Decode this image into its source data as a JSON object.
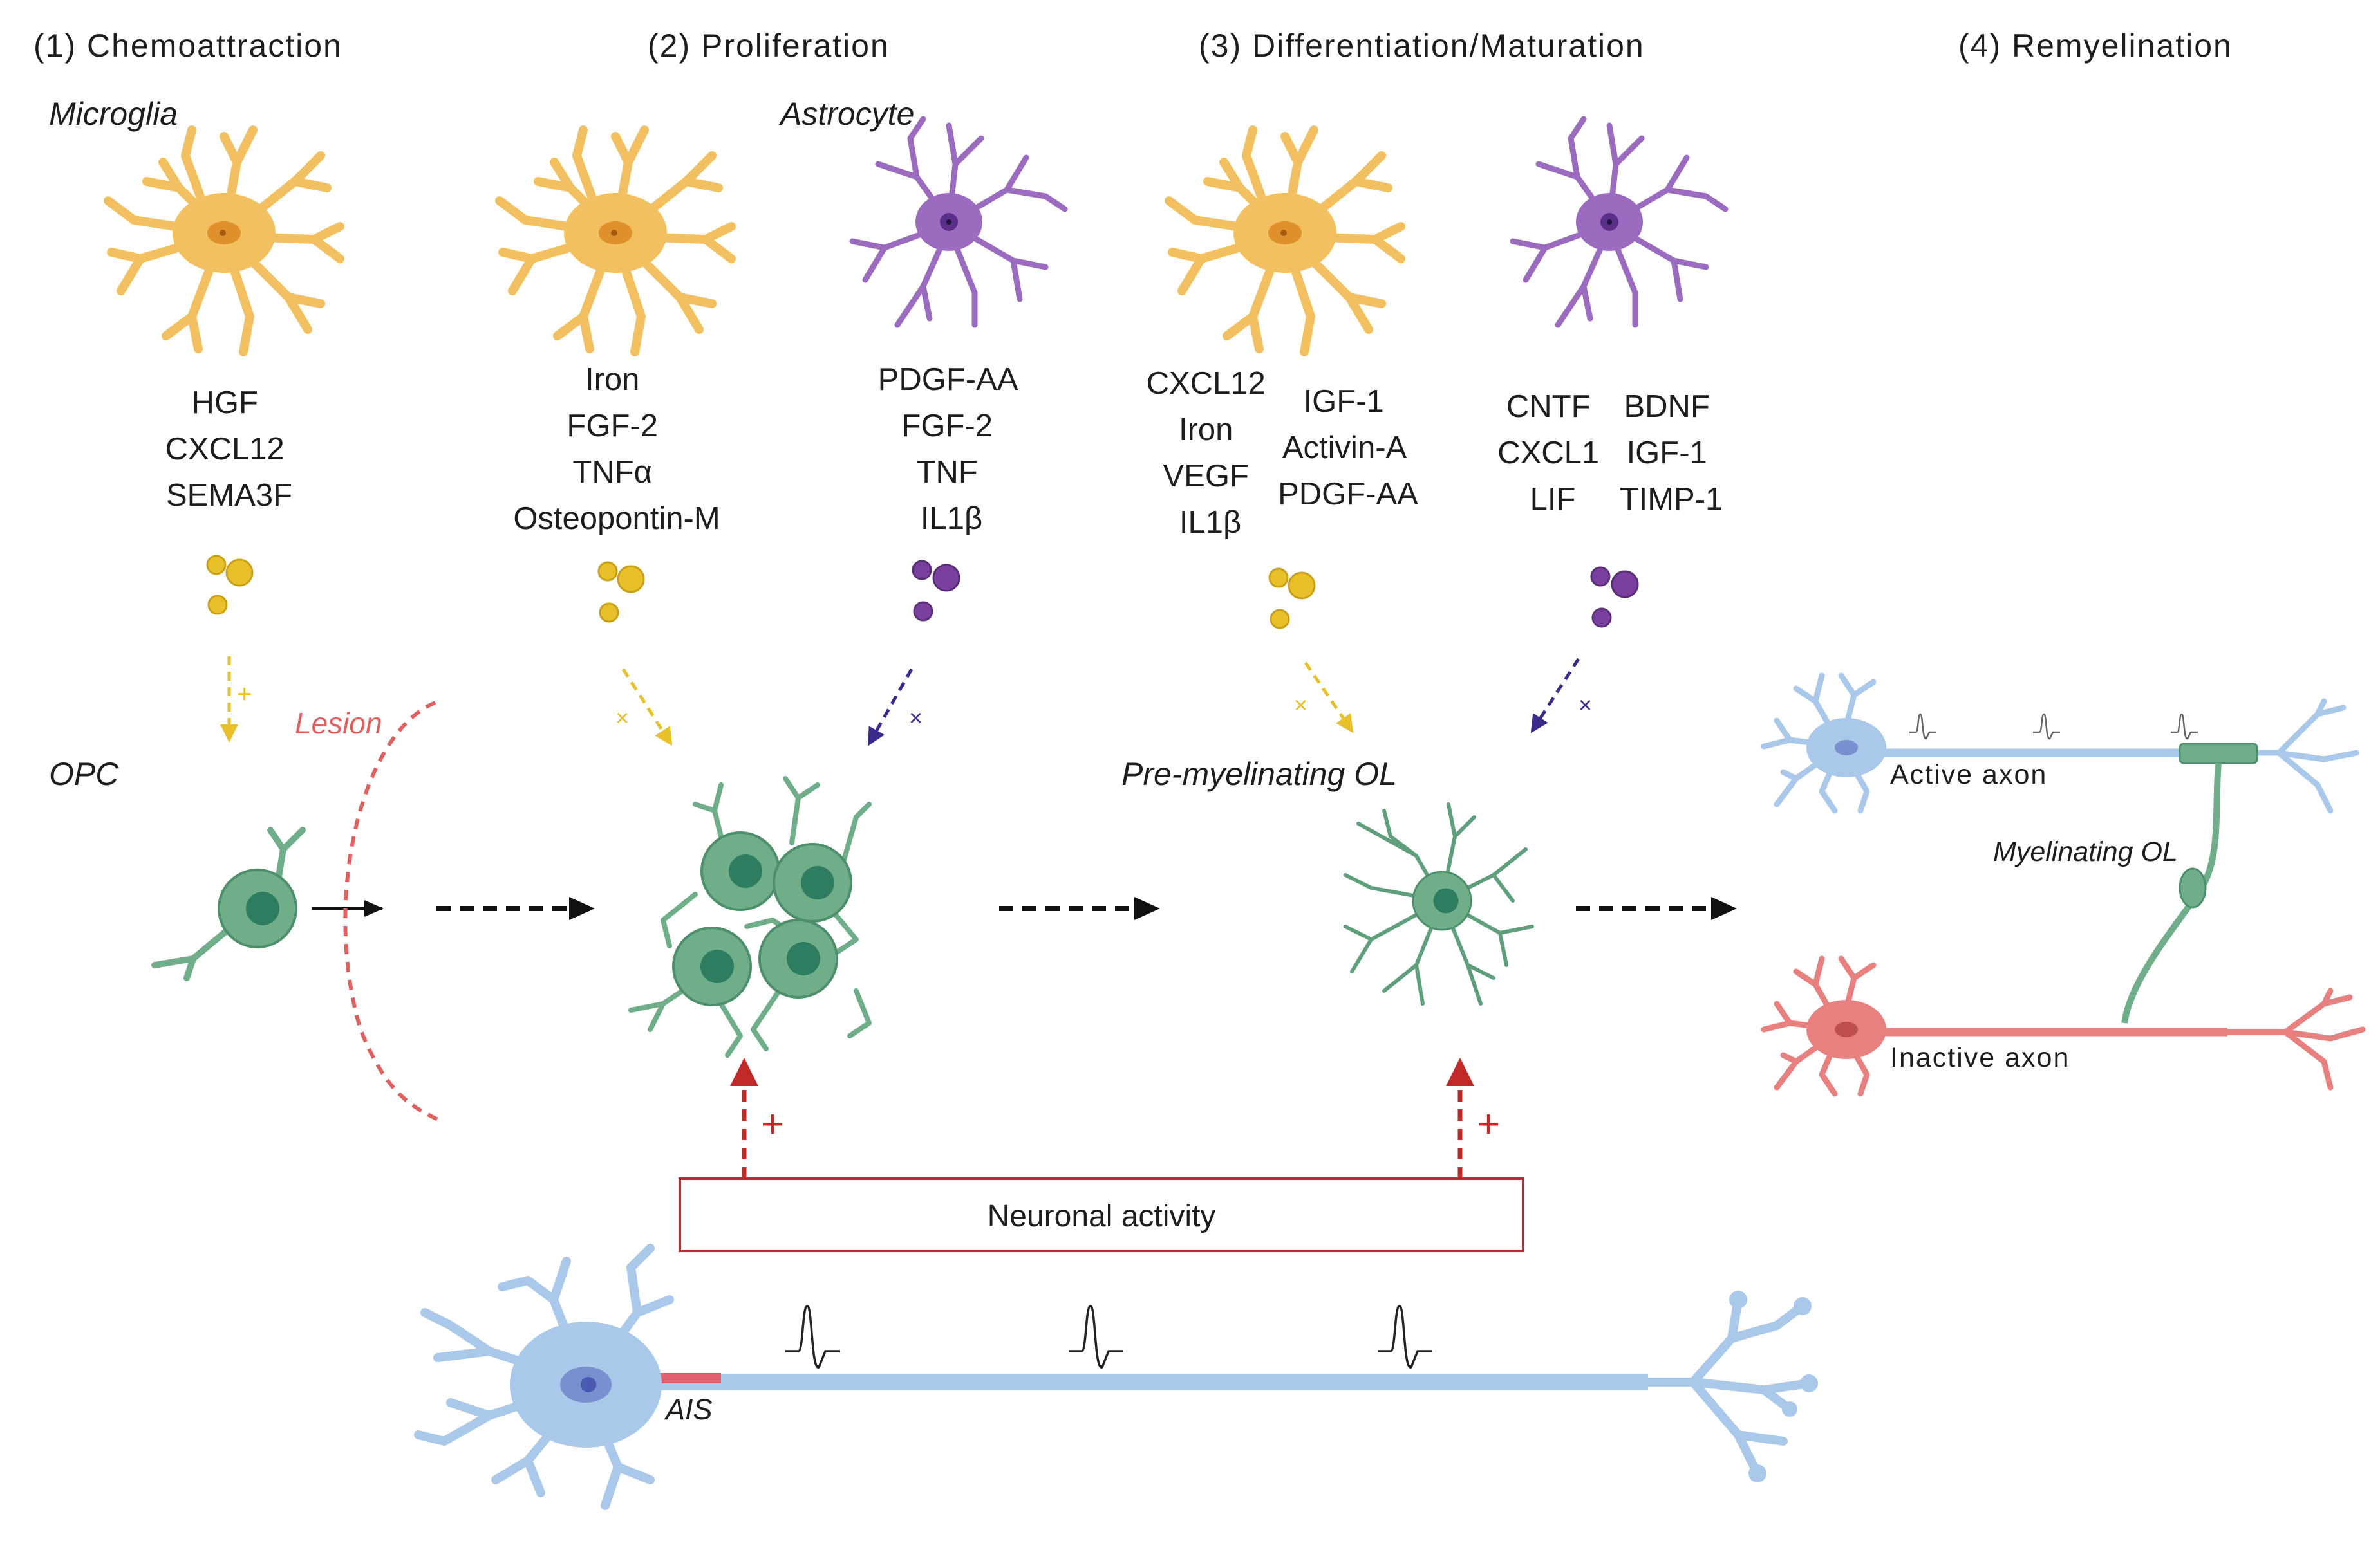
{
  "stages": [
    {
      "label": "(1) Chemoattraction"
    },
    {
      "label": "(2) Proliferation"
    },
    {
      "label": "(3) Differentiation/Maturation"
    },
    {
      "label": "(4) Remyelination"
    }
  ],
  "cell_labels": {
    "microglia": "Microglia",
    "astrocyte": "Astrocyte",
    "opc": "OPC",
    "lesion": "Lesion",
    "pre_myelinating": "Pre-myelinating OL",
    "myelinating": "Myelinating OL",
    "ais": "AIS"
  },
  "factors": {
    "chemo_microglia": [
      "HGF",
      "CXCL12",
      "SEMA3F"
    ],
    "prolif_microglia": [
      "Iron",
      "FGF-2",
      "TNFα",
      "Osteopontin-M"
    ],
    "prolif_astrocyte": [
      "PDGF-AA",
      "FGF-2",
      "TNF",
      "IL1β"
    ],
    "diff_microglia_a": [
      "CXCL12",
      "Iron",
      "VEGF",
      "IL1β"
    ],
    "diff_microglia_b": [
      "IGF-1",
      "Activin-A",
      "PDGF-AA"
    ],
    "diff_astrocyte_a": [
      "CNTF",
      "CXCL1",
      "LIF"
    ],
    "diff_astrocyte_b": [
      "BDNF",
      "IGF-1",
      "TIMP-1"
    ]
  },
  "effects": {
    "plus": "+",
    "times": "×"
  },
  "axons": {
    "active": "Active axon",
    "inactive": "Inactive axon"
  },
  "neuronal_activity": "Neuronal activity",
  "colors": {
    "microglia": "#f2c060",
    "microglia_nucleus": "#e0902a",
    "astrocyte": "#9b6bc0",
    "astrocyte_nucleus": "#5a2f8a",
    "ol": "#6fae88",
    "ol_nucleus": "#2f7d60",
    "molecule_yellow": "#e8c02a",
    "molecule_purple": "#7b3fa0",
    "neuron_blue": "#a9c8ea",
    "neuron_red": "#e88080",
    "arrow_red": "#c22a2a",
    "arrow_yellow": "#e8c02a",
    "arrow_navy": "#3b2a8a",
    "lesion": "#e06060"
  }
}
